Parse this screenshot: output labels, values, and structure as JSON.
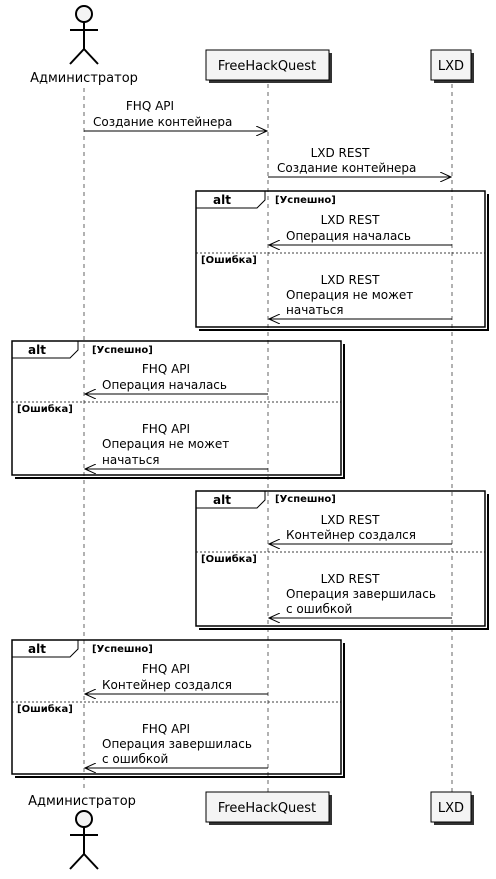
{
  "participants": {
    "admin": "Администратор",
    "fhq": "FreeHackQuest",
    "lxd": "LXD"
  },
  "messages": [
    {
      "line1": "FHQ API",
      "line2": "Создание контейнера"
    },
    {
      "line1": "LXD REST",
      "line2": "Создание контейнера"
    }
  ],
  "alt_keyword": "alt",
  "guards": {
    "success": "[Успешно]",
    "error": "[Ошибка]"
  },
  "alt_blocks": [
    {
      "success": {
        "line1": "LXD REST",
        "line2": "Операция началась"
      },
      "error": {
        "line1": "LXD REST",
        "line2": "Операция не может",
        "line3": "начаться"
      }
    },
    {
      "success": {
        "line1": "FHQ API",
        "line2": "Операция началась"
      },
      "error": {
        "line1": "FHQ API",
        "line2": "Операция не может",
        "line3": "начаться"
      }
    },
    {
      "success": {
        "line1": "LXD REST",
        "line2": "Контейнер создался"
      },
      "error": {
        "line1": "LXD REST",
        "line2": "Операция завершилась",
        "line3": "с ошибкой"
      }
    },
    {
      "success": {
        "line1": "FHQ API",
        "line2": "Контейнер создался"
      },
      "error": {
        "line1": "FHQ API",
        "line2": "Операция завершилась",
        "line3": "с ошибкой"
      }
    }
  ]
}
